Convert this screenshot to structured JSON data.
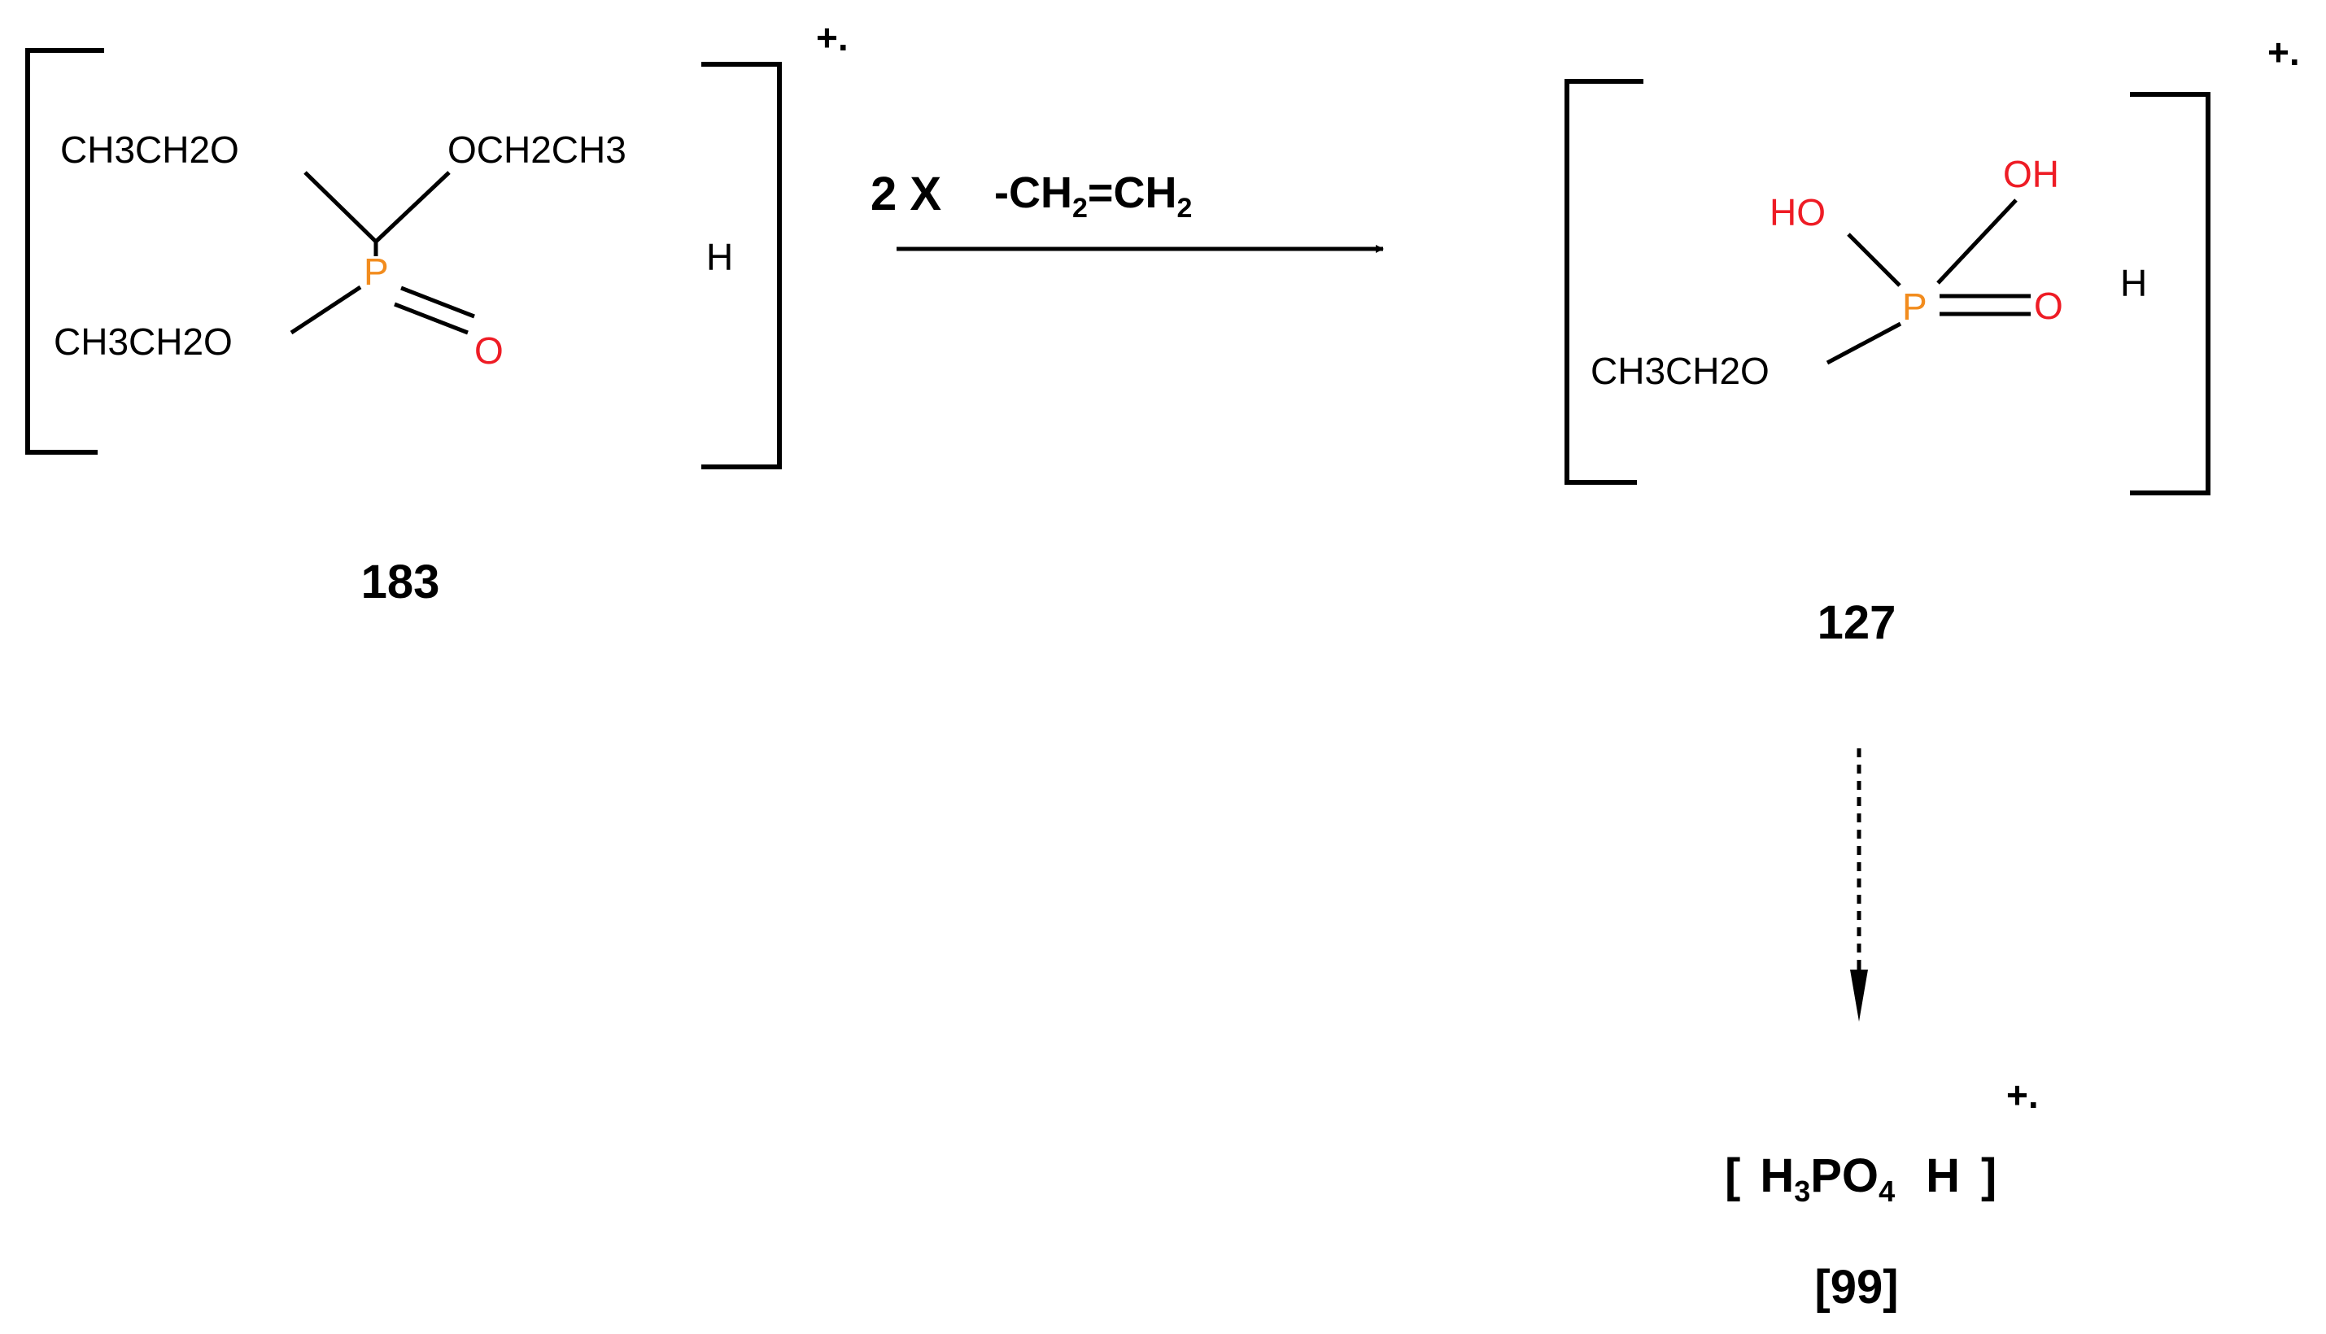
{
  "colors": {
    "phosphorus": "#f28c1e",
    "oxygen": "#ee1c25",
    "ink": "#000000"
  },
  "charge": "+.",
  "hydrogen": "H",
  "reactant": {
    "id_label": "183",
    "substituent_top_left": "CH3CH2O",
    "substituent_top_right": "OCH2CH3",
    "substituent_bottom_left": "CH3CH2O",
    "center_atom": "P",
    "oxo": "O"
  },
  "step1": {
    "multiplier": "2 X",
    "loss_prefix": "-CH",
    "loss_sub_1": "2",
    "loss_mid": "=CH",
    "loss_sub_2": "2"
  },
  "intermediate": {
    "id_label": "127",
    "hydroxyl_left": "HO",
    "hydroxyl_right": "OH",
    "center_atom": "P",
    "oxo": "O",
    "substituent_bottom_left": "CH3CH2O"
  },
  "product": {
    "bracket_open": "[",
    "formula_h": "H",
    "formula_h_sub": "3",
    "formula_po": "PO",
    "formula_o_sub": "4",
    "extra_h": "H",
    "bracket_close": "]",
    "mass_label": "[99]"
  }
}
